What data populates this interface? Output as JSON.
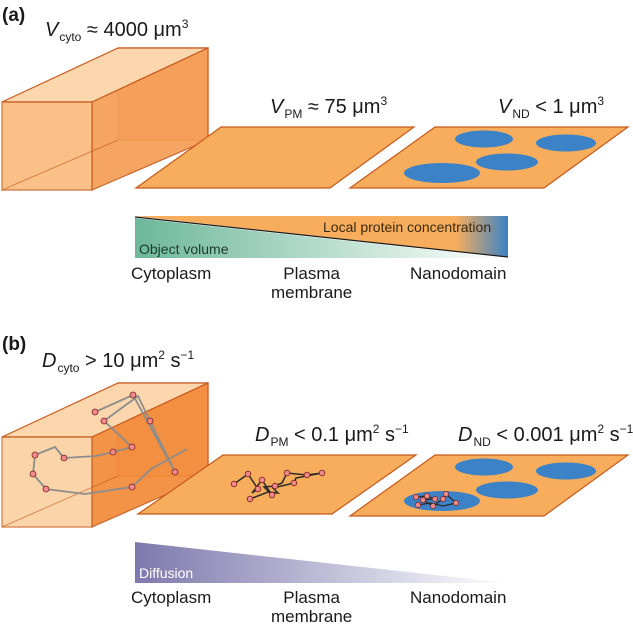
{
  "panel_a": {
    "label": "(a)",
    "v_cyto": {
      "symbol": "V",
      "sub": "cyto",
      "rel": "≈ 4000 μm",
      "sup": "3"
    },
    "v_pm": {
      "symbol": "V",
      "sub": "PM",
      "rel": "≈ 75 μm",
      "sup": "3"
    },
    "v_nd": {
      "symbol": "V",
      "sub": "ND",
      "rel": "< 1 μm",
      "sup": "3"
    },
    "bar_top_label": "Local protein concentration",
    "bar_bottom_label": "Object volume",
    "categories": [
      {
        "line1": "Cytoplasm",
        "line2": ""
      },
      {
        "line1": "Plasma",
        "line2": "membrane"
      },
      {
        "line1": "Nanodomain",
        "line2": ""
      }
    ]
  },
  "panel_b": {
    "label": "(b)",
    "d_cyto": {
      "symbol": "D",
      "sub": "cyto",
      "rel": "> 10 μm",
      "sup": "2",
      "tail": " s",
      "tail_sup": "−1"
    },
    "d_pm": {
      "symbol": "D",
      "sub": "PM",
      "rel": "< 0.1 μm",
      "sup": "2",
      "tail": " s",
      "tail_sup": "−1"
    },
    "d_nd": {
      "symbol": "D",
      "sub": "ND",
      "rel": "< 0.001 μm",
      "sup": "2",
      "tail": " s",
      "tail_sup": "−1"
    },
    "bar_label": "Diffusion",
    "categories": [
      {
        "line1": "Cytoplasm",
        "line2": ""
      },
      {
        "line1": "Plasma",
        "line2": "membrane"
      },
      {
        "line1": "Nanodomain",
        "line2": ""
      }
    ]
  },
  "colors": {
    "orange": "#f7ad5c",
    "orange_stroke": "#c75a1c",
    "nanodomain_blue": "#3b82c6",
    "volume_green": "#6db89a",
    "diffusion_purple": "#7d79ad",
    "particle_pink": "#f08a8a"
  }
}
